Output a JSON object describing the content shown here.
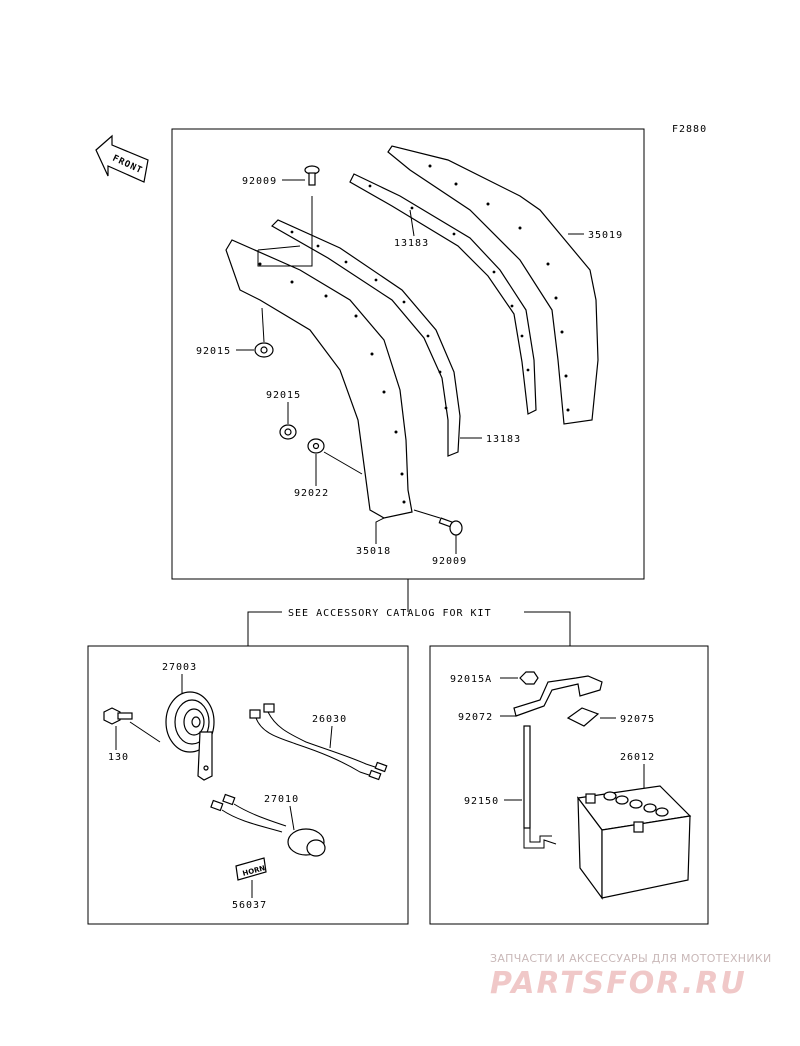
{
  "figure_code": "F2880",
  "front_label": "FRONT",
  "kit_note": "SEE ACCESSORY CATALOG FOR KIT",
  "parts": {
    "p92009_top": "92009",
    "p92015_left": "92015",
    "p92015_mid": "92015",
    "p92022": "92022",
    "p35018": "35018",
    "p92009_bottom": "92009",
    "p13183_top": "13183",
    "p13183_bottom": "13183",
    "p35019": "35019",
    "p27003": "27003",
    "p130": "130",
    "p26030": "26030",
    "p27010": "27010",
    "p56037": "56037",
    "p92015A": "92015A",
    "p92072": "92072",
    "p92075": "92075",
    "p26012": "26012",
    "p92150": "92150"
  },
  "plate_text": "HORN",
  "watermark": {
    "caption": "ЗАПЧАСТИ И АКСЕССУАРЫ ДЛЯ МОТОТЕХНИКИ",
    "logo": "PARTSFOR.RU"
  }
}
